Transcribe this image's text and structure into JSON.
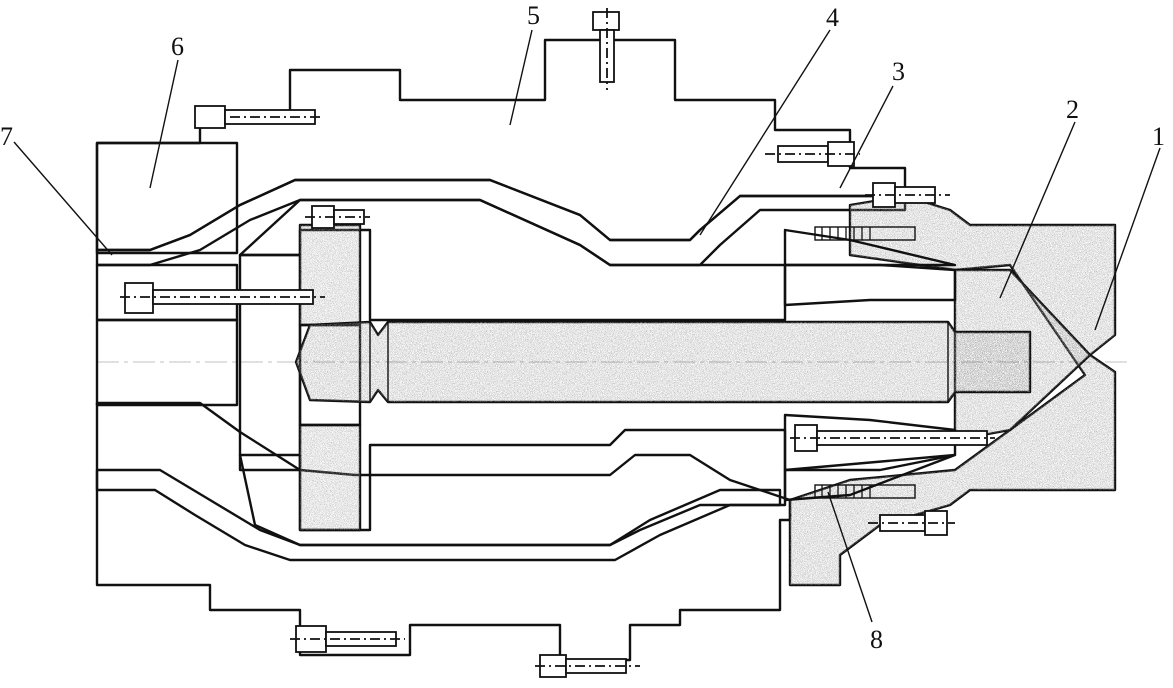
{
  "figure": {
    "callouts": [
      {
        "id": "1",
        "text": "1"
      },
      {
        "id": "2",
        "text": "2"
      },
      {
        "id": "3",
        "text": "3"
      },
      {
        "id": "4",
        "text": "4"
      },
      {
        "id": "5",
        "text": "5"
      },
      {
        "id": "6",
        "text": "6"
      },
      {
        "id": "7",
        "text": "7"
      },
      {
        "id": "8",
        "text": "8"
      }
    ],
    "colors": {
      "line": "#111111",
      "stipple_dark": "#6e6e6e",
      "stipple_light": "#bdbdbd",
      "shaft_core": "#7a7a7a",
      "background": "#ffffff"
    }
  }
}
